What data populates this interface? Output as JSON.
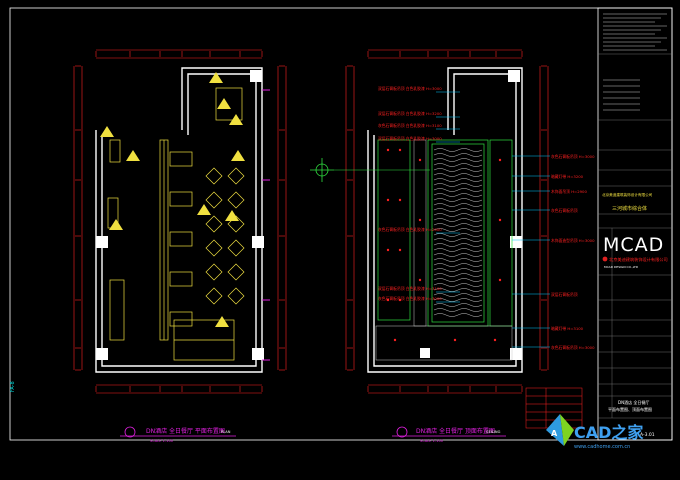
{
  "plans": {
    "left_caption": "DN酒店 全日餐厅 平面布置图",
    "left_caption_tag": "PLAN",
    "left_scale": "SCALE 1:100",
    "right_caption": "DN酒店 全日餐厅 顶面布置图",
    "right_caption_tag": "CEILING",
    "right_scale": "SCALE 1:100",
    "side_label": "FA-8"
  },
  "callouts_left": [
    "双层石膏板吊顶 白色乳胶漆 H=3000",
    "双层石膏板吊顶 白色乳胶漆 H=3200",
    "灰色石膏板吊顶 白色乳胶漆 H=3100",
    "双层石膏板吊顶 白色乳胶漆 H=3000",
    "灰色石膏板吊顶 白色乳胶漆 H=2900",
    "双层石膏板吊顶 白色乳胶漆 H=3100",
    "灰色石膏板吊顶 白色乳胶漆 H=3000"
  ],
  "callouts_right": [
    "灰色石膏板吊顶 H=3000",
    "暗藏灯带 H=3200",
    "木饰面吊顶 H=2900",
    "灰色石膏板吊顶",
    "木饰面造型吊顶 H=3000",
    "双层石膏板吊顶",
    "暗藏灯带 H=3100",
    "灰色石膏板吊顶 H=3000"
  ],
  "title_block": {
    "logo": "MCAD",
    "company_line": "北京美迪建筑装饰设计有限公司",
    "company_en": "MCAD DESIGN CO.,LTD",
    "project": "三河城市综合体",
    "drawing_title_1": "DN酒店 全日餐厅",
    "drawing_title_2": "平面布置图、顶面布置图",
    "drawing_no": "A-3.01",
    "cad_brand": "CAD之家",
    "watermark_url": "www.cadhome.com.cn"
  },
  "colors": {
    "background": "#000000",
    "wall": "#FFFFFF",
    "dimension": "#FF2020",
    "furniture": "#F0E040",
    "ceiling_lines": "#30E040",
    "accent": "#E020E0",
    "leader": "#00C8FF"
  }
}
